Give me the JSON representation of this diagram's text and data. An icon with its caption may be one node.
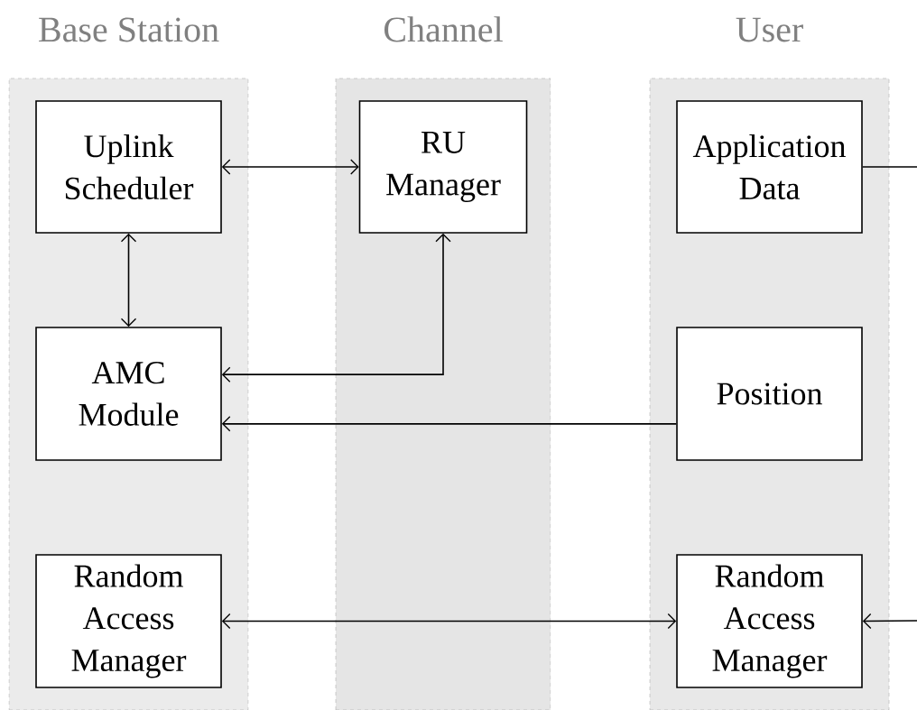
{
  "diagram": {
    "nodes": [
      {
        "text": [
          "Base Station"
        ]
      },
      {
        "text": [
          "Uplink Scheduler"
        ],
        "in": 0
      },
      {
        "text": [
          "AMC Module"
        ],
        "in": 0
      },
      {
        "text": [
          "Random Access Manager"
        ],
        "in": 0
      },
      {
        "text": [
          "Channel"
        ]
      },
      {
        "text": [
          "RU Manager"
        ],
        "in": 4
      },
      {
        "text": [
          "User"
        ]
      },
      {
        "text": [
          "Application Data"
        ],
        "in": 6
      },
      {
        "text": [
          "Position"
        ],
        "in": 6
      },
      {
        "text": [
          "Random Access Manager"
        ],
        "in": 6
      }
    ],
    "edges": [
      {
        "from": 1,
        "to": 5,
        "arrow": "both"
      },
      {
        "from": 1,
        "to": 2,
        "arrow": "both"
      },
      {
        "from": 5,
        "to": 2,
        "arrow": "both"
      },
      {
        "from": 8,
        "to": 2,
        "arrow": "to"
      },
      {
        "from": 3,
        "to": 9,
        "arrow": "both"
      },
      {
        "from": 7,
        "to": null,
        "arrow": "none"
      },
      {
        "from": null,
        "to": 9,
        "arrow": "to"
      }
    ]
  }
}
